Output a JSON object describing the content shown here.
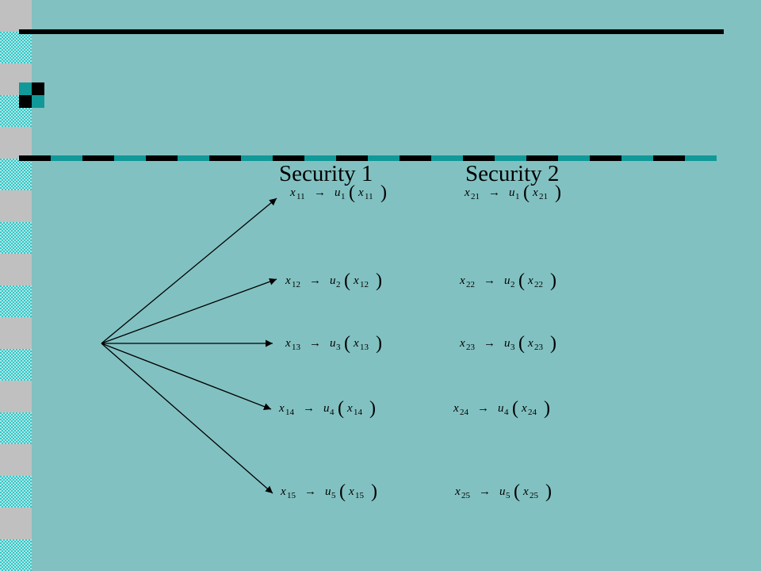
{
  "columns": {
    "security_1": "Security 1",
    "security_2": "Security 2"
  },
  "arrow_glyph": "→",
  "rows": [
    {
      "s1": {
        "x": "x",
        "x_sub": "11",
        "u": "u",
        "u_sub": "1",
        "arg": "x",
        "arg_sub": "11"
      },
      "s2": {
        "x": "x",
        "x_sub": "21",
        "u": "u",
        "u_sub": "1",
        "arg": "x",
        "arg_sub": "21"
      }
    },
    {
      "s1": {
        "x": "x",
        "x_sub": "12",
        "u": "u",
        "u_sub": "2",
        "arg": "x",
        "arg_sub": "12"
      },
      "s2": {
        "x": "x",
        "x_sub": "22",
        "u": "u",
        "u_sub": "2",
        "arg": "x",
        "arg_sub": "22"
      }
    },
    {
      "s1": {
        "x": "x",
        "x_sub": "13",
        "u": "u",
        "u_sub": "3",
        "arg": "x",
        "arg_sub": "13"
      },
      "s2": {
        "x": "x",
        "x_sub": "23",
        "u": "u",
        "u_sub": "3",
        "arg": "x",
        "arg_sub": "23"
      }
    },
    {
      "s1": {
        "x": "x",
        "x_sub": "14",
        "u": "u",
        "u_sub": "4",
        "arg": "x",
        "arg_sub": "14"
      },
      "s2": {
        "x": "x",
        "x_sub": "24",
        "u": "u",
        "u_sub": "4",
        "arg": "x",
        "arg_sub": "24"
      }
    },
    {
      "s1": {
        "x": "x",
        "x_sub": "15",
        "u": "u",
        "u_sub": "5",
        "arg": "x",
        "arg_sub": "15"
      },
      "s2": {
        "x": "x",
        "x_sub": "25",
        "u": "u",
        "u_sub": "5",
        "arg": "x",
        "arg_sub": "25"
      }
    }
  ],
  "colors": {
    "background": "#82c1c1",
    "stripe_light": "#2ec4c4",
    "stripe_gray": "#c0c0c0",
    "teal_accent": "#119999",
    "line": "#000000"
  }
}
